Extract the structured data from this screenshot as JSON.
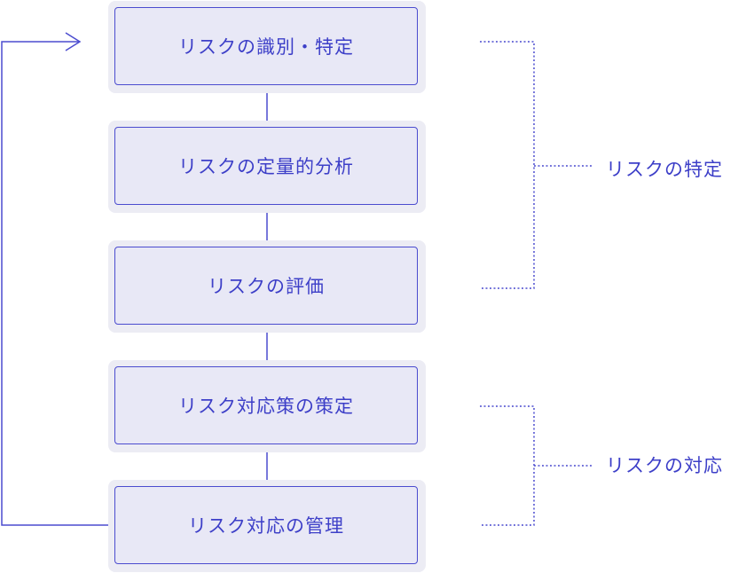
{
  "steps": [
    {
      "label": "リスクの識別・特定"
    },
    {
      "label": "リスクの定量的分析"
    },
    {
      "label": "リスクの評価"
    },
    {
      "label": "リスク対応策の策定"
    },
    {
      "label": "リスク対応の管理"
    }
  ],
  "groups": [
    {
      "label": "リスクの特定"
    },
    {
      "label": "リスクの対応"
    }
  ],
  "colors": {
    "accent": "#4b4ccf",
    "text": "#3d3fc8",
    "box_fill": "#e8e8f6",
    "box_halo": "#ececf4"
  }
}
